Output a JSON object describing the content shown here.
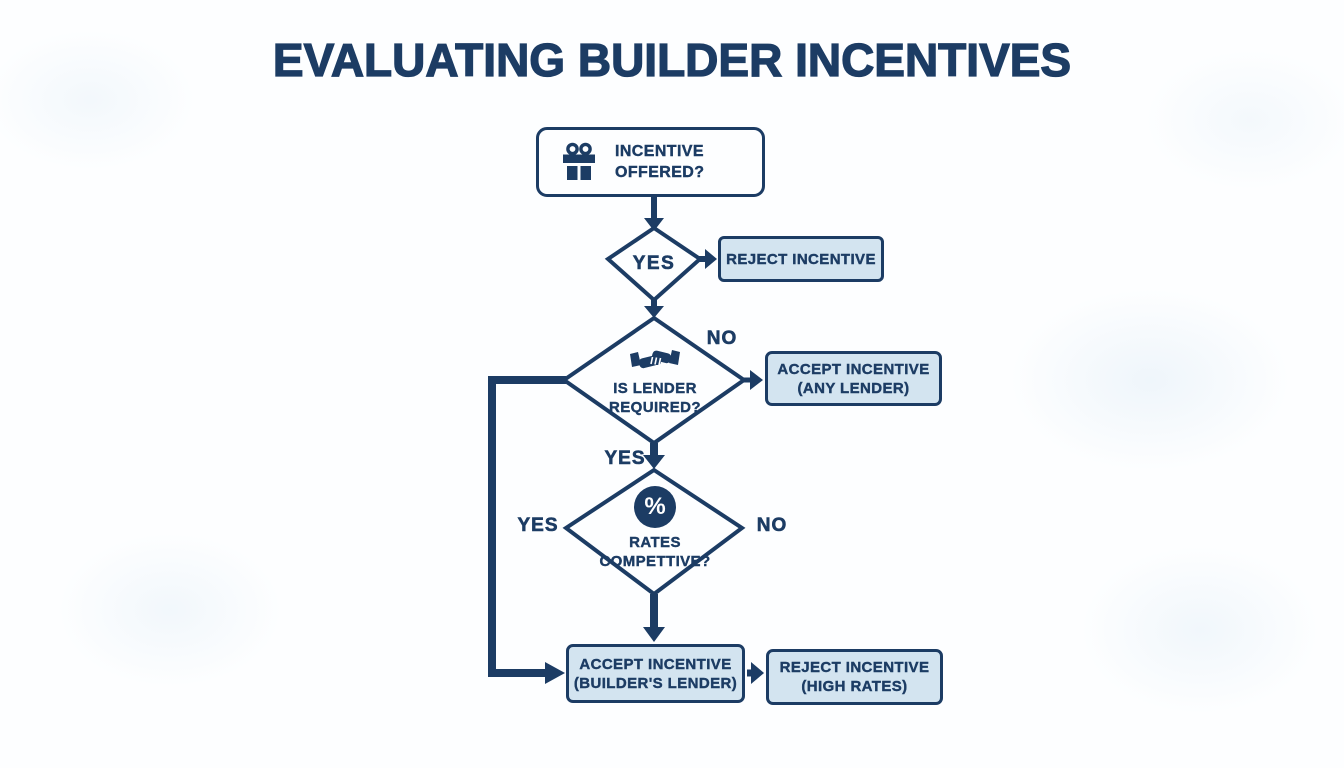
{
  "title": "EVALUATING BUILDER INCENTIVES",
  "colors": {
    "navy": "#1c3c64",
    "box_fill": "#d3e4f0",
    "background": "#fdfeff"
  },
  "nodes": {
    "start": {
      "icon": "gift-icon",
      "line1": "INCENTIVE",
      "line2": "OFFERED?"
    },
    "decision1": {
      "label": "YES"
    },
    "reject1": {
      "label": "REJECT INCENTIVE"
    },
    "decision2": {
      "icon": "handshake-icon",
      "line1": "IS LENDER",
      "line2": "REQUIRED?"
    },
    "accept_any": {
      "line1": "ACCEPT INCENTIVE",
      "line2": "(ANY LENDER)"
    },
    "decision3": {
      "icon": "percent-icon",
      "icon_glyph": "%",
      "line1": "RATES",
      "line2": "COMPETTIVE?"
    },
    "accept_builder": {
      "line1": "ACCEPT INCENTIVE",
      "line2": "(BUILDER'S LENDER)"
    },
    "reject_high": {
      "line1": "REJECT INCENTIVE",
      "line2": "(HIGH RATES)"
    }
  },
  "labels": {
    "decision2_no": "NO",
    "decision2_yes": "YES",
    "decision3_yes_left": "YES",
    "decision3_no": "NO"
  }
}
